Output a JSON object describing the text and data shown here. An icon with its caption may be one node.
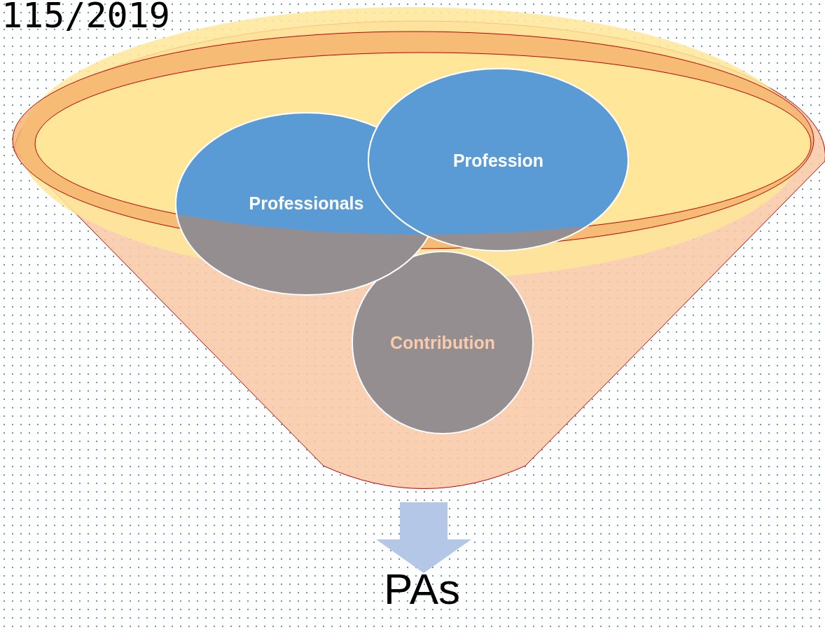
{
  "diagram": {
    "nodes": [
      {
        "text": [],
        "shape": "funnel"
      },
      {
        "text": [
          "Professionals"
        ],
        "in": 0
      },
      {
        "text": [
          "Profession"
        ],
        "in": 0
      },
      {
        "text": [
          "Contribution"
        ],
        "in": 0
      },
      {
        "text": [
          "PAs"
        ]
      }
    ],
    "edges": [
      {
        "from": 0,
        "to": 4,
        "arrow": "to",
        "style": "thick",
        "color": "#b4c7e7"
      }
    ],
    "labels": [
      "115/2019"
    ]
  }
}
